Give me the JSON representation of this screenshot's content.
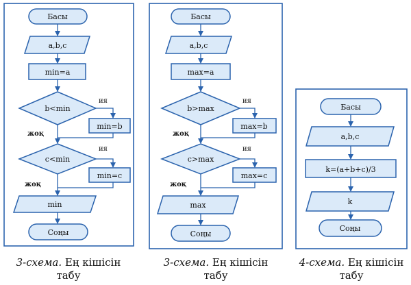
{
  "diagrams": [
    {
      "start": "Басы",
      "input": "a,b,c",
      "init": "min=a",
      "cond1": "b<min",
      "assign1": "min=b",
      "cond2": "c<min",
      "assign2": "min=c",
      "output": "min",
      "end": "Соңы",
      "yes": "ия",
      "no": "жоқ",
      "caption_num": "3-схема.",
      "caption_text": "Ең кішісін",
      "caption_text2": "табу"
    },
    {
      "start": "Басы",
      "input": "a,b,c",
      "init": "max=a",
      "cond1": "b>max",
      "assign1": "max=b",
      "cond2": "c>max",
      "assign2": "max=c",
      "output": "max",
      "end": "Соңы",
      "yes": "ия",
      "no": "жоқ",
      "caption_num": "3-схема.",
      "caption_text": "Ең кішісін",
      "caption_text2": "табу"
    },
    {
      "start": "Басы",
      "input": "a,b,c",
      "compute": "k=(a+b+c)/3",
      "output": "k",
      "end": "Соңы",
      "caption_num": "4-схема.",
      "caption_text": "Ең кішісін",
      "caption_text2": "табу"
    }
  ],
  "colors": {
    "stroke": "#2b63ad",
    "fill": "#dbeaf9"
  }
}
